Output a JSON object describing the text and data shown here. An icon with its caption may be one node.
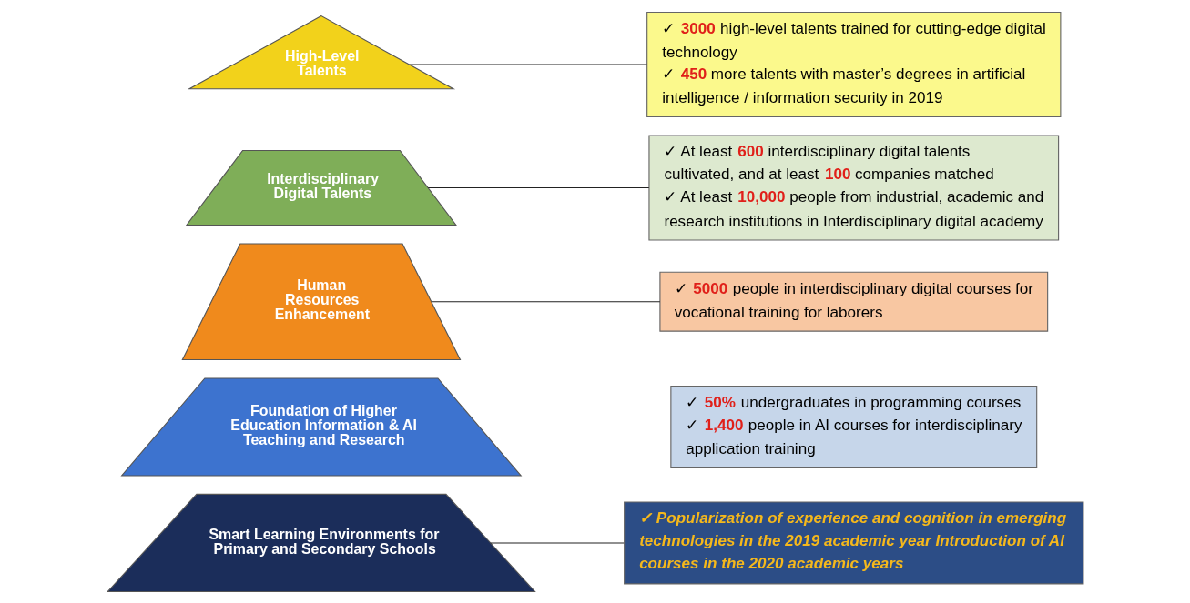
{
  "diagram": {
    "nodes": [
      {
        "text": [
          "High-Level Talents"
        ]
      },
      {
        "text": [
          "✓ **3000** high-level talents trained for cutting-edge digital technology",
          "✓ **450** more talents with master’s degrees in artificial intelligence / information security in 2019"
        ]
      },
      {
        "text": [
          "Interdisciplinary Digital Talents"
        ]
      },
      {
        "text": [
          "✓ At least **600** interdisciplinary digital talents cultivated, and at least **100** companies matched",
          "✓ At least **10,000** people from industrial, academic and research institutions in Interdisciplinary digital academy"
        ]
      },
      {
        "text": [
          "Human Resources Enhancement"
        ]
      },
      {
        "text": [
          "✓ **5000** people in interdisciplinary digital courses for vocational training for laborers"
        ]
      },
      {
        "text": [
          "Foundation of Higher Education Information & AI Teaching and Research"
        ]
      },
      {
        "text": [
          "✓ **50%** undergraduates in programming courses",
          "✓ **1,400** people in AI courses for interdisciplinary application training"
        ]
      },
      {
        "text": [
          "Smart Learning Environments for Primary and Secondary Schools"
        ]
      },
      {
        "text": [
          "✓ Popularization of experience and cognition in emerging technologies in the 2019 academic year Introduction of AI courses in the 2020 academic years"
        ]
      }
    ],
    "edges": [
      {
        "from": 0,
        "to": 1,
        "arrow": "none"
      },
      {
        "from": 2,
        "to": 3,
        "arrow": "none"
      },
      {
        "from": 4,
        "to": 5,
        "arrow": "none"
      },
      {
        "from": 6,
        "to": 7,
        "arrow": "none"
      },
      {
        "from": 8,
        "to": 9,
        "arrow": "none"
      }
    ]
  }
}
